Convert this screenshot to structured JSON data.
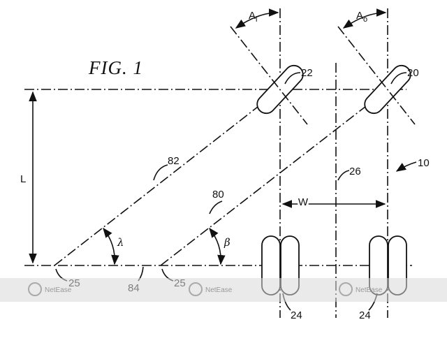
{
  "figure": {
    "title": "FIG. 1",
    "angles": {
      "inner_wheel": "A",
      "inner_wheel_sub": "i",
      "outer_wheel": "A",
      "outer_wheel_sub": "o",
      "lambda": "λ",
      "beta": "β"
    },
    "dimensions": {
      "length": "L",
      "width": "W"
    },
    "labels": {
      "vehicle": "10",
      "outer_front_wheel": "20",
      "inner_front_wheel": "22",
      "rear_wheels_left": "24",
      "rear_wheels_right": "24",
      "point_left": "25",
      "point_right": "25",
      "centerline": "26",
      "line_outer": "80",
      "line_inner": "82",
      "rear_axis": "84"
    }
  },
  "watermark": {
    "text": "NetEase",
    "color": "#9a9a9a"
  }
}
